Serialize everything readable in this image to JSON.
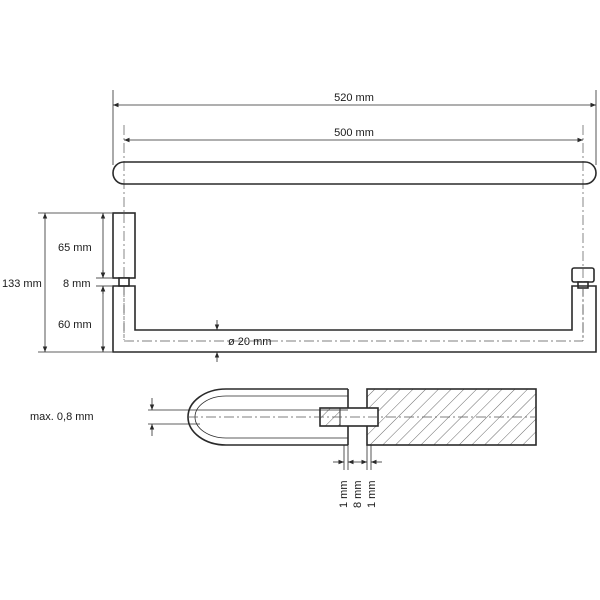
{
  "dimensions": {
    "overall_length": "520 mm",
    "center_distance": "500 mm",
    "total_height": "133 mm",
    "upper_post": "65 mm",
    "gap": "8 mm",
    "lower_leg": "60 mm",
    "diameter": "ø 20 mm",
    "max_tolerance": "max. 0,8 mm",
    "detail_a": "1 mm",
    "detail_b": "8 mm",
    "detail_c": "1 mm"
  }
}
